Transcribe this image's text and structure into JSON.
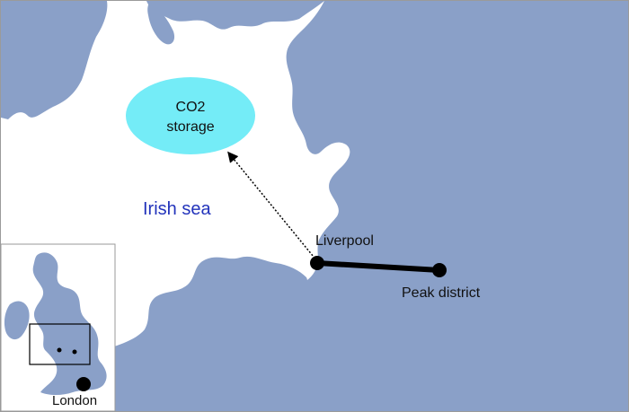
{
  "main_map": {
    "sea_label": "Irish sea",
    "storage_label_line1": "CO2",
    "storage_label_line2": "storage",
    "city_liverpool": "Liverpool",
    "city_peak": "Peak district"
  },
  "inset_map": {
    "city_london": "London"
  },
  "colors": {
    "land": "#8aa0c8",
    "sea": "#ffffff",
    "storage_fill": "#74ecf7",
    "sea_label": "#2233bb",
    "pipeline": "#000000"
  }
}
